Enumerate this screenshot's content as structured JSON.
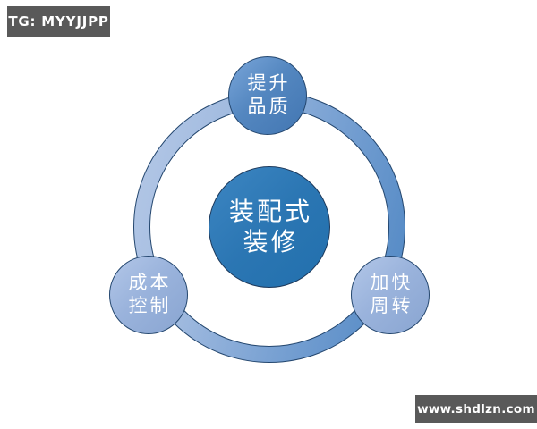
{
  "watermarks": {
    "tg_badge": "TG: MYYJJPP",
    "site_badge": "www.shdlzn.com",
    "badge_bg_color": "#595959",
    "badge_text_color": "#ffffff"
  },
  "diagram": {
    "type": "radial-cycle",
    "hub": {
      "line1": "装配式",
      "line2": "装修",
      "fill_color": "#2b76b3",
      "text_color": "#ffffff"
    },
    "nodes": [
      {
        "id": "top",
        "line1": "提升",
        "line2": "品质",
        "fill_color": "#4a7eb8"
      },
      {
        "id": "bottom-left",
        "line1": "成本",
        "line2": "控制",
        "fill_color": "#93add6"
      },
      {
        "id": "bottom-right",
        "line1": "加快",
        "line2": "周转",
        "fill_color": "#93add6"
      }
    ],
    "ring": {
      "gradient_start_color": "#b6c9e7",
      "gradient_end_color": "#4e86c3",
      "outline_color": "#24476f"
    },
    "background_color": "#ffffff"
  }
}
